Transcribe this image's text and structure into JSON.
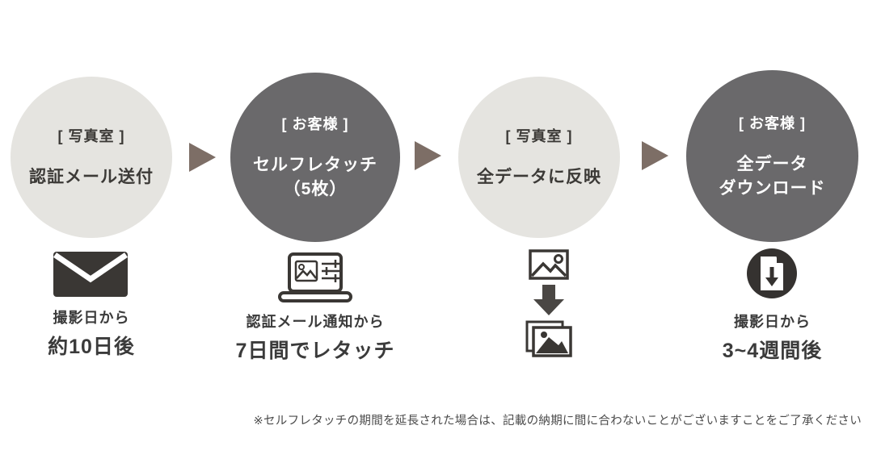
{
  "colors": {
    "background": "#FFFFFF",
    "light_circle": "#E5E4E0",
    "dark_circle": "#6A696B",
    "arrow": "#7D6E66",
    "icon_dark": "#3A3734",
    "caption_text": "#3B3B3B",
    "note_text": "#4C4C4C"
  },
  "steps": [
    {
      "actor": "[ 写真室 ]",
      "lines": [
        "認証メール送付"
      ],
      "variant": "light",
      "icon": "mail-icon",
      "caption_line1": "撮影日から",
      "caption_line2": "約10日後"
    },
    {
      "actor": "[ お客様 ]",
      "lines": [
        "セルフレタッチ",
        "（5枚）"
      ],
      "variant": "dark",
      "icon": "laptop-retouch-icon",
      "caption_line1": "認証メール通知から",
      "caption_line2": "7日間でレタッチ"
    },
    {
      "actor": "[ 写真室 ]",
      "lines": [
        "全データに反映"
      ],
      "variant": "light",
      "icon": "photo-to-photos-icon"
    },
    {
      "actor": "[ お客様 ]",
      "lines": [
        "全データ",
        "ダウンロード"
      ],
      "variant": "dark",
      "icon": "file-download-icon",
      "caption_line1": "撮影日から",
      "caption_line2": "3~4週間後"
    }
  ],
  "note": "※セルフレタッチの期間を延長された場合は、記載の納期に間に合わないことがございますことをご了承ください"
}
